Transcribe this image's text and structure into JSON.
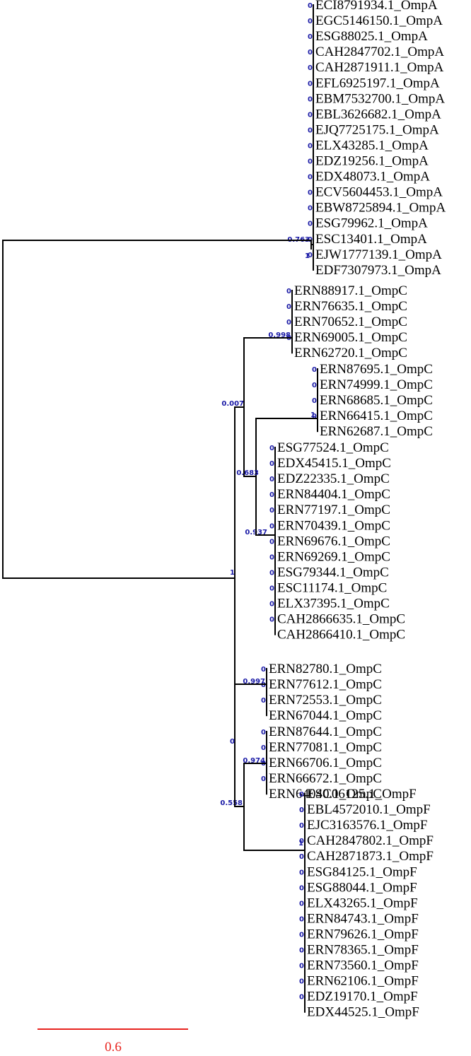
{
  "figure": {
    "colors": {
      "branch": "#000000",
      "support": "#1a1aa6",
      "scale": "#e8231e",
      "leaf_text": "#000000"
    },
    "scale_bar": {
      "label": "0.6"
    }
  },
  "groups": {
    "ompa": {
      "leaves": [
        "ECI8791934.1_OmpA",
        "EGC5146150.1_OmpA",
        "ESG88025.1_OmpA",
        "CAH2847702.1_OmpA",
        "CAH2871911.1_OmpA",
        "EFL6925197.1_OmpA",
        "EBM7532700.1_OmpA",
        "EBL3626682.1_OmpA",
        "EJQ7725175.1_OmpA",
        "ELX43285.1_OmpA",
        "EDZ19256.1_OmpA",
        "EDX48073.1_OmpA",
        "ECV5604453.1_OmpA",
        "EBW8725894.1_OmpA",
        "ESG79962.1_OmpA",
        "ESC13401.1_OmpA",
        "EJW1777139.1_OmpA",
        "EDF7307973.1_OmpA"
      ],
      "leaf_support": "0",
      "support_outer": "0.763",
      "support_inner": "1"
    },
    "ompc1": {
      "leaves": [
        "ERN88917.1_OmpC",
        "ERN76635.1_OmpC",
        "ERN70652.1_OmpC",
        "ERN69005.1_OmpC",
        "ERN62720.1_OmpC"
      ],
      "leaf_support": "0",
      "support": "0.998"
    },
    "ompc2": {
      "leaves": [
        "ERN87695.1_OmpC",
        "ERN74999.1_OmpC",
        "ERN68685.1_OmpC",
        "ERN66415.1_OmpC",
        "ERN62687.1_OmpC"
      ],
      "leaf_support": "0",
      "support": "1"
    },
    "ompc3": {
      "leaves": [
        "ESG77524.1_OmpC",
        "EDX45415.1_OmpC",
        "EDZ22335.1_OmpC",
        "ERN84404.1_OmpC",
        "ERN77197.1_OmpC",
        "ERN70439.1_OmpC",
        "ERN69676.1_OmpC",
        "ERN69269.1_OmpC",
        "ESG79344.1_OmpC",
        "ESC11174.1_OmpC",
        "ELX37395.1_OmpC",
        "CAH2866635.1_OmpC",
        "CAH2866410.1_OmpC"
      ],
      "leaf_support": "0"
    },
    "ompc4": {
      "leaves": [
        "ERN82780.1_OmpC",
        "ERN77612.1_OmpC",
        "ERN72553.1_OmpC",
        "ERN67044.1_OmpC"
      ],
      "leaf_support": "0",
      "support": "0.997"
    },
    "ompc5": {
      "leaves": [
        "ERN87644.1_OmpC",
        "ERN77081.1_OmpC",
        "ERN66706.1_OmpC",
        "ERN66672.1_OmpC",
        "ERN64040.1_OmpC"
      ],
      "leaf_support": "0",
      "support": "0.974"
    },
    "ompf": {
      "leaves": [
        "ESC06125.1_OmpF",
        "EBL4572010.1_OmpF",
        "EJC3163576.1_OmpF",
        "CAH2847802.1_OmpF",
        "CAH2871873.1_OmpF",
        "ESG84125.1_OmpF",
        "ESG88044.1_OmpF",
        "ELX43265.1_OmpF",
        "ERN84743.1_OmpF",
        "ERN79626.1_OmpF",
        "ERN78365.1_OmpF",
        "ERN73560.1_OmpF",
        "ERN62106.1_OmpF",
        "EDZ19170.1_OmpF",
        "EDX44525.1_OmpF"
      ],
      "leaf_support": "0",
      "support": "1"
    }
  },
  "internal_support": {
    "root_bottom": "1",
    "ompc_main": "0.007",
    "ompc_sub": "0.683",
    "ompc3_node": "0.937",
    "node_b": "0",
    "node_c": "0.558"
  }
}
